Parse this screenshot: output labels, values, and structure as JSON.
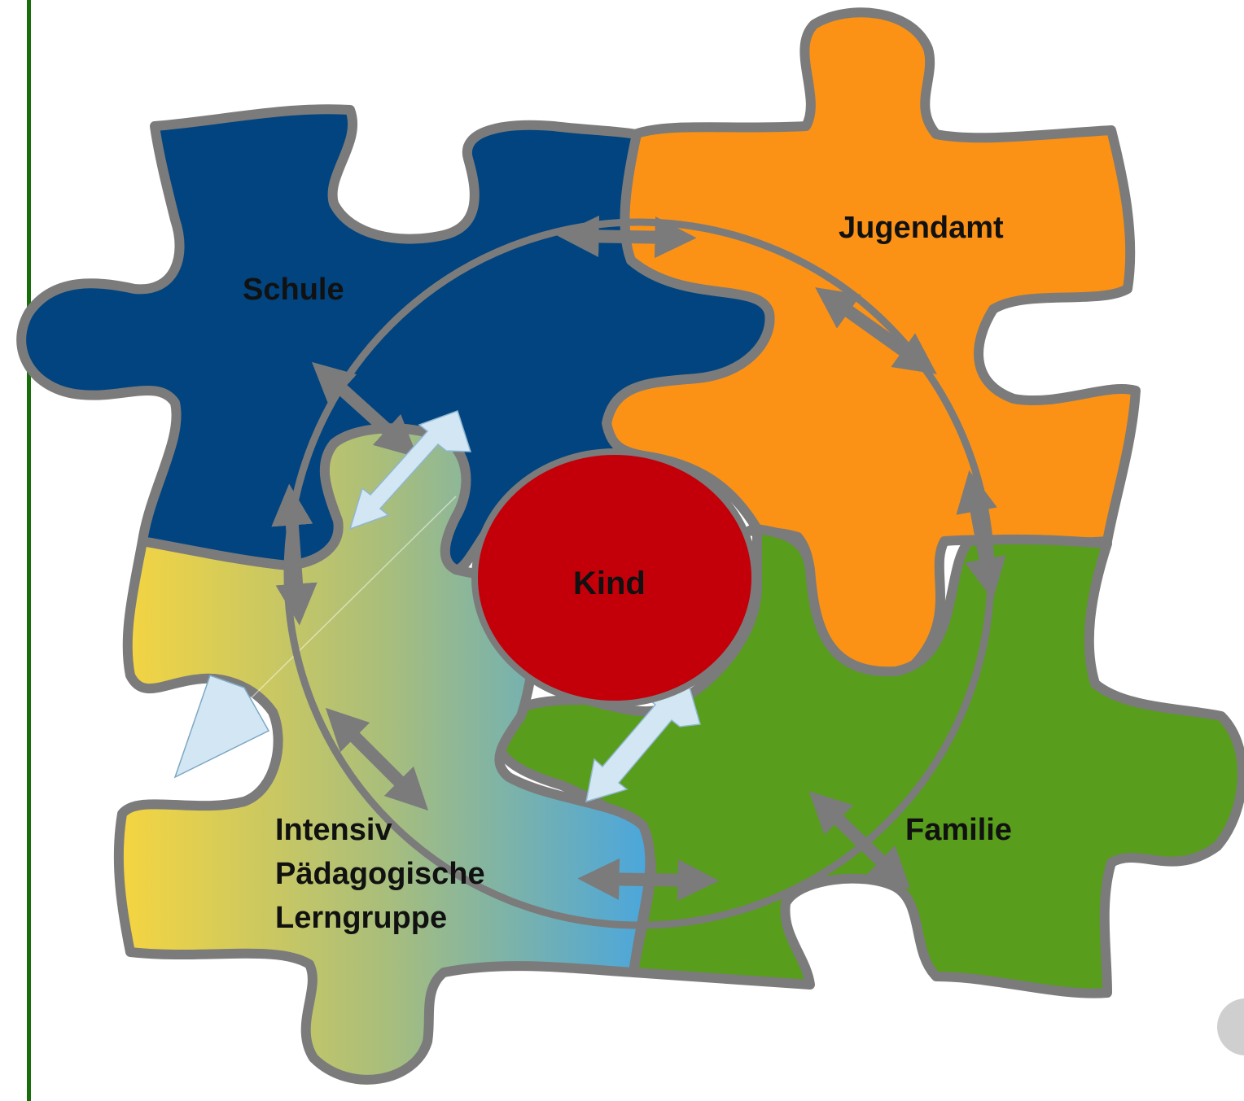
{
  "pieces": {
    "schule": {
      "label": "Schule",
      "color": "#01447f"
    },
    "jugendamt": {
      "label": "Jugendamt",
      "color": "#fb9215"
    },
    "familie": {
      "label": "Familie",
      "color": "#589d1c"
    },
    "lerngruppe": {
      "label_lines": [
        "Intensiv",
        "Pädagogische",
        "Lerngruppe"
      ],
      "gradient": [
        "#f6d540",
        "#a9be7b",
        "#4aa6dd"
      ]
    }
  },
  "center": {
    "label": "Kind",
    "color": "#c30009"
  },
  "colors": {
    "outline": "#7b7b7b",
    "arrow_light": "#d2e6f4",
    "left_bar": "#186e0b"
  }
}
